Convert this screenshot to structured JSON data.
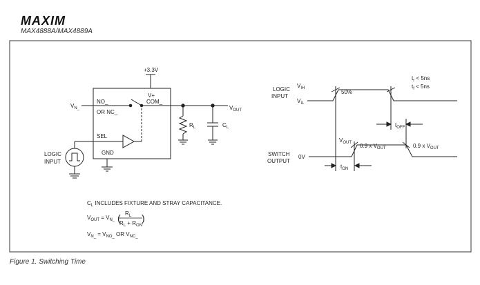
{
  "header": {
    "brand": "MAXIM",
    "part_number": "MAX4888A/MAX4889A"
  },
  "caption": "Figure 1. Switching Time",
  "circuit": {
    "supply": "+3.3V",
    "vplus": "V+",
    "vn_main": "V",
    "vn_sub": "N_",
    "no_label": "NO_",
    "ornc_label": "OR NC_",
    "com_label": "COM_",
    "sel_label": "SEL",
    "gnd_label": "GND",
    "vout_main": "V",
    "vout_sub": "OUT",
    "rl_main": "R",
    "rl_sub": "L",
    "cl_main": "C",
    "cl_sub": "L",
    "logic_input_line1": "LOGIC",
    "logic_input_line2": "INPUT"
  },
  "timing": {
    "logic_input_line1": "LOGIC",
    "logic_input_line2": "INPUT",
    "vih_main": "V",
    "vih_sub": "IH",
    "vil_main": "V",
    "vil_sub": "IL",
    "fifty": "50%",
    "tr_main": "t",
    "tr_sub": "r",
    "tr_val": " < 5ns",
    "tf_main": "t",
    "tf_sub": "f",
    "tf_val": " < 5ns",
    "toff_main": "t",
    "toff_sub": "OFF",
    "switch_output_line1": "SWITCH",
    "switch_output_line2": "OUTPUT",
    "zero_v": "0V",
    "vout_main": "V",
    "vout_sub": "OUT",
    "pct_main": "0.9 x V",
    "pct_sub": "OUT",
    "ton_main": "t",
    "ton_sub": "ON"
  },
  "notes": {
    "cl_note_main": "C",
    "cl_note_sub": "L",
    "cl_note_rest": " INCLUDES FIXTURE AND STRAY CAPACITANCE.",
    "eq1": {
      "lhs_main": "V",
      "lhs_sub": "OUT",
      "eq": " = V",
      "vn_sub": "N_",
      "num_main": "R",
      "num_sub": "L",
      "den_a": "R",
      "den_a_sub": "L",
      "den_plus": " + R",
      "den_b_sub": "ON"
    },
    "eq2": {
      "lhs_main": "V",
      "lhs_sub": "N_",
      "eq": " = V",
      "r1_sub": "NO_",
      "or": " OR V",
      "r2_sub": "NC_"
    }
  }
}
